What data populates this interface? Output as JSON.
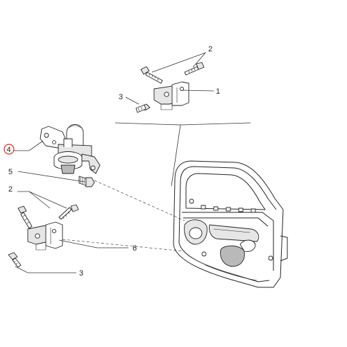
{
  "callouts": {
    "c1": "1",
    "c2_top": "2",
    "c3_top": "3",
    "c4": "4",
    "c5": "5",
    "c2_bottom": "2",
    "c6": "6",
    "c3_bottom": "3"
  },
  "colors": {
    "highlight_ring": "#c0392b",
    "ink": "#222222"
  }
}
